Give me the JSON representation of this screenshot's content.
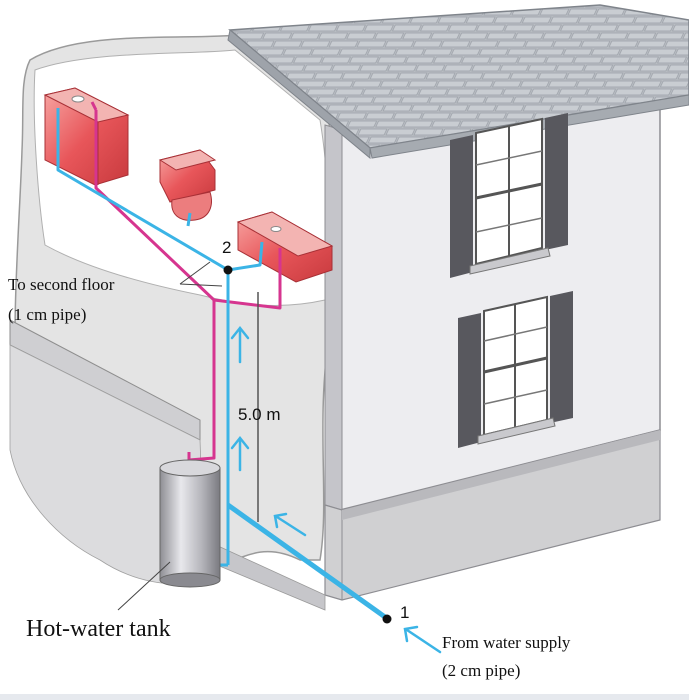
{
  "labels": {
    "point_2": "2",
    "point_1": "1",
    "second_floor_line1": "To second floor",
    "second_floor_line2": "(1 cm pipe)",
    "height": "5.0 m",
    "tank": "Hot-water tank",
    "supply_line1": "From water supply",
    "supply_line2": "(2 cm pipe)"
  },
  "colors": {
    "cold_pipe": "#3bb4e6",
    "hot_pipe": "#d6358f",
    "fixture": "#e8565a",
    "house_wall": "#ededf0",
    "roof": "#b4b8be",
    "cutaway": "#e4e4e4",
    "foundation": "#d0d0d2"
  }
}
